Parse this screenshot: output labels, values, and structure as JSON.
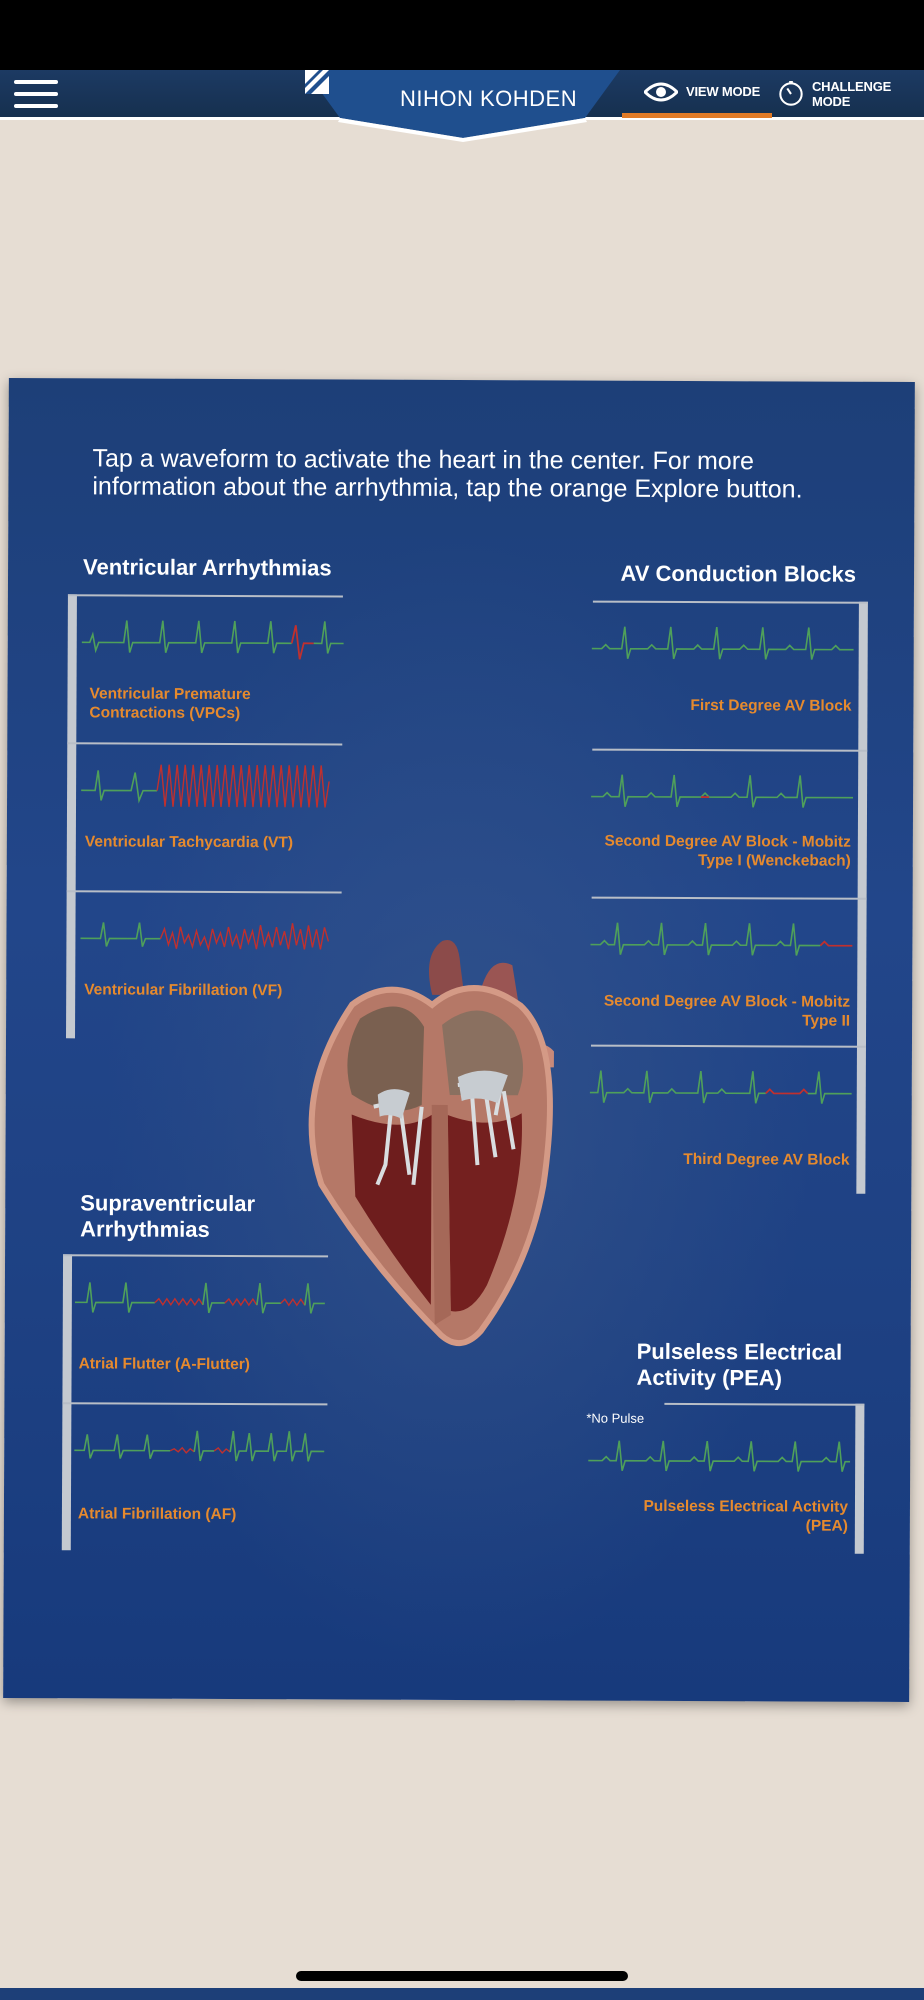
{
  "header": {
    "brand": "NIHON KOHDEN",
    "view_mode": "VIEW MODE",
    "challenge_mode": "CHALLENGE MODE",
    "icons": {
      "menu": "hamburger-menu-icon",
      "view": "eye-icon",
      "challenge": "timer-icon",
      "logo": "nihon-kohden-logo"
    }
  },
  "colors": {
    "accent": "#e07a26",
    "label": "#e68a2e",
    "poster_blue": "#1e4183",
    "wave_green": "#4fa05a",
    "wave_red": "#c0302e"
  },
  "poster": {
    "intro": "Tap a waveform to activate the heart in the center. For more information about the arrhythmia, tap the orange Explore button.",
    "ventricular": {
      "title": "Ventricular Arrhythmias",
      "items": [
        "Ventricular Premature Contractions (VPCs)",
        "Ventricular Tachycardia (VT)",
        "Ventricular Fibrillation (VF)"
      ]
    },
    "av_blocks": {
      "title": "AV Conduction Blocks",
      "items": [
        "First Degree AV Block",
        "Second Degree AV Block - Mobitz Type I (Wenckebach)",
        "Second Degree AV Block - Mobitz Type II",
        "Third Degree AV Block"
      ]
    },
    "supraventricular": {
      "title": "Supraventricular Arrhythmias",
      "items": [
        "Atrial Flutter (A-Flutter)",
        "Atrial Fibrillation (AF)"
      ]
    },
    "pea": {
      "title": "Pulseless Electrical Activity (PEA)",
      "note": "*No Pulse",
      "items": [
        "Pulseless Electrical Activity (PEA)"
      ]
    }
  }
}
